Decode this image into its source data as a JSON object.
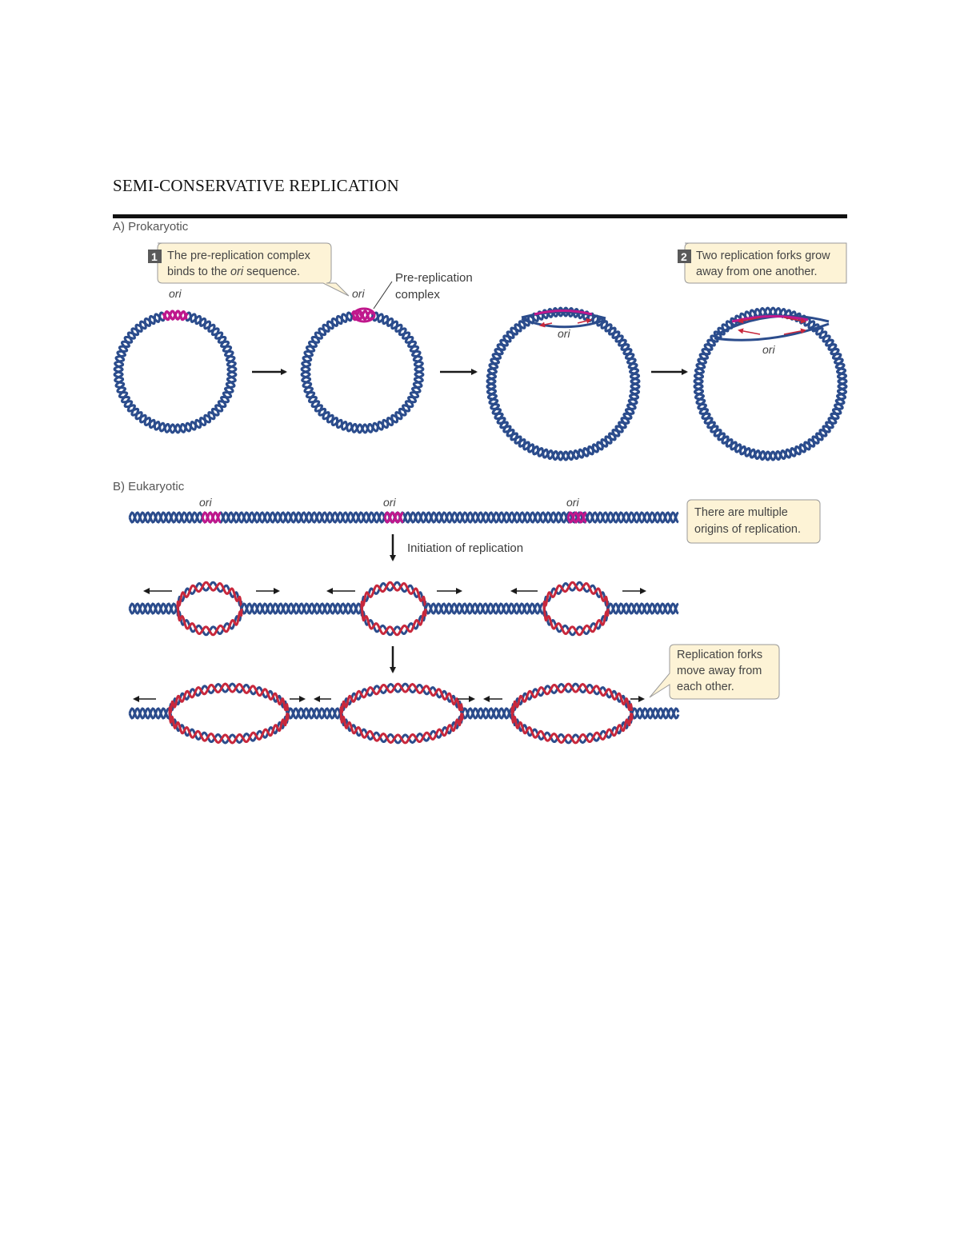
{
  "title": "SEMI-CONSERVATIVE REPLICATION",
  "colors": {
    "dna": "#2b4c8c",
    "ori": "#c0178c",
    "new_strand": "#c8283c",
    "callout_fill": "#fdf3d6",
    "callout_stroke": "#9a9a9a",
    "badge": "#5a5a5a"
  },
  "section_a": {
    "label": "A) Prokaryotic",
    "callout1": {
      "number": "1",
      "line1": "The pre-replication complex",
      "line2a": "binds to the ",
      "line2b": "ori",
      "line2c": " sequence."
    },
    "callout2": {
      "number": "2",
      "line1": "Two replication forks grow",
      "line2": "away from one another."
    },
    "ori_label": "ori",
    "complex_line1": "Pre-replication",
    "complex_line2": "complex"
  },
  "section_b": {
    "label": "B) Eukaryotic",
    "ori_label": "ori",
    "callout_multiple": {
      "line1": "There are multiple",
      "line2": "origins of replication."
    },
    "initiation_label": "Initiation of replication",
    "callout_forks": {
      "line1": "Replication forks",
      "line2": "move away from",
      "line3": "each other."
    }
  }
}
